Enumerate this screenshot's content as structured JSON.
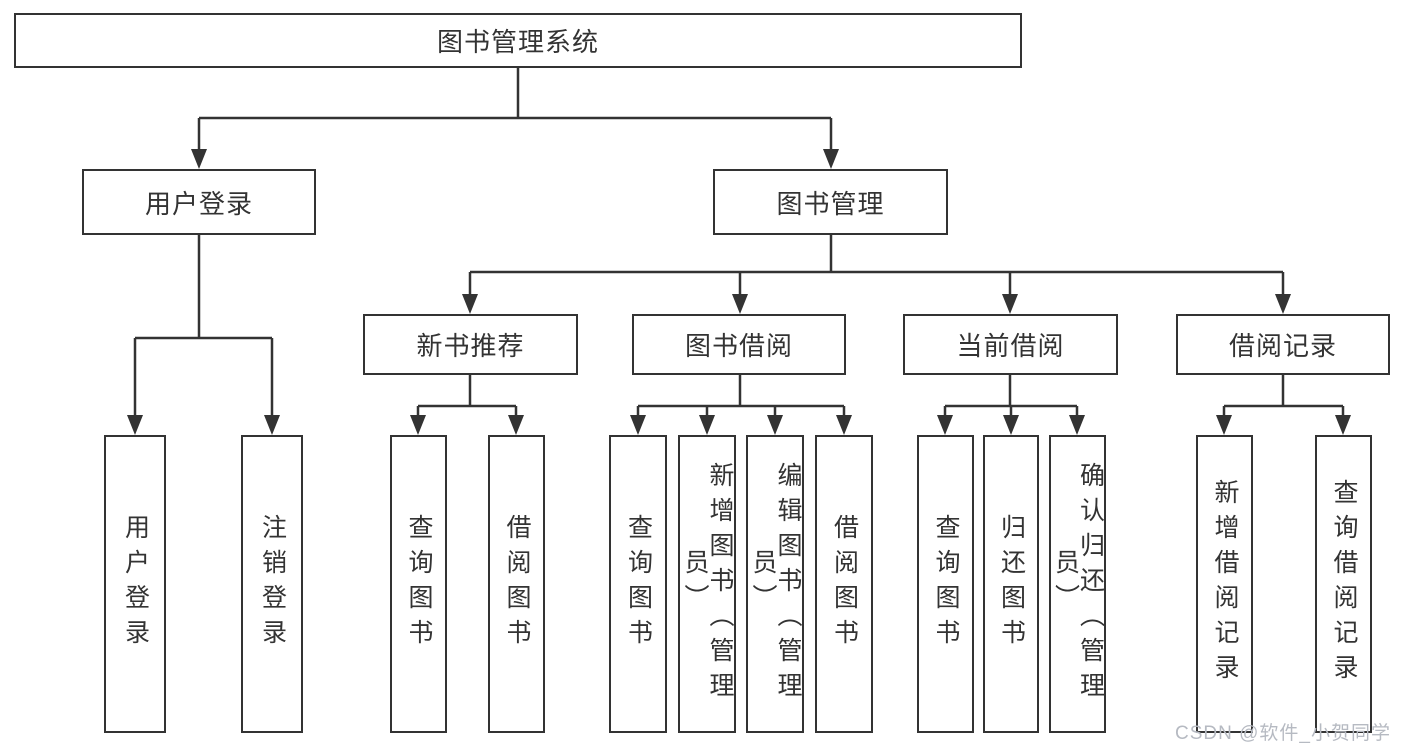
{
  "diagram": {
    "type": "hierarchy-tree",
    "colors": {
      "line": "#333333",
      "box_border": "#333333",
      "box_fill": "#ffffff",
      "text": "#333333",
      "background": "#ffffff",
      "watermark_text_color": "#b6bac2"
    },
    "watermark": "CSDN @软件_小贺同学",
    "tree": {
      "label": "图书管理系统",
      "children": [
        {
          "label": "用户登录",
          "children": [
            {
              "label": "用户登录"
            },
            {
              "label": "注销登录"
            }
          ]
        },
        {
          "label": "图书管理",
          "children": [
            {
              "label": "新书推荐",
              "children": [
                {
                  "label": "查询图书"
                },
                {
                  "label": "借阅图书"
                }
              ]
            },
            {
              "label": "图书借阅",
              "children": [
                {
                  "label": "查询图书"
                },
                {
                  "label": "新增图书（管理员）"
                },
                {
                  "label": "编辑图书（管理员）"
                },
                {
                  "label": "借阅图书"
                }
              ]
            },
            {
              "label": "当前借阅",
              "children": [
                {
                  "label": "查询图书"
                },
                {
                  "label": "归还图书"
                },
                {
                  "label": "确认归还（管理员）"
                }
              ]
            },
            {
              "label": "借阅记录",
              "children": [
                {
                  "label": "新增借阅记录"
                },
                {
                  "label": "查询借阅记录"
                }
              ]
            }
          ]
        }
      ]
    }
  }
}
